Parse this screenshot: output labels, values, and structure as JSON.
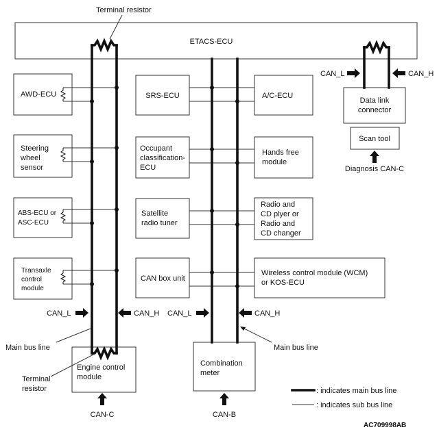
{
  "ecu": {
    "etacs": "ETACS-ECU",
    "awd": "AWD-ECU",
    "steering": [
      "Steering",
      "wheel",
      "sensor"
    ],
    "abs": [
      "ABS-ECU or",
      "ASC-ECU"
    ],
    "transaxle": [
      "Transaxle",
      "control",
      "module"
    ],
    "engine": [
      "Engine control",
      "module"
    ],
    "srs": "SRS-ECU",
    "occupant": [
      "Occupant",
      "classification-",
      "ECU"
    ],
    "satellite": [
      "Satellite",
      "radio tuner"
    ],
    "canbox": "CAN box unit",
    "combination": [
      "Combination",
      "meter"
    ],
    "ac": "A/C-ECU",
    "handsfree": [
      "Hands free",
      "module"
    ],
    "radio": [
      "Radio and",
      "CD plyer or",
      "Radio and",
      "CD changer"
    ],
    "wireless": [
      "Wireless control module (WCM)",
      "or KOS-ECU"
    ],
    "dlc": [
      "Data link",
      "connector"
    ],
    "scan": "Scan tool"
  },
  "labels": {
    "terminal_resistor_top": "Terminal resistor",
    "terminal_resistor_bottom": [
      "Terminal",
      "resistor"
    ],
    "main_bus_left": "Main bus line",
    "main_bus_right": "Main bus line",
    "can_l": "CAN_L",
    "can_h": "CAN_H",
    "can_c": "CAN-C",
    "can_b": "CAN-B",
    "diagnosis": "Diagnosis CAN-C",
    "code": "AC709998AB"
  },
  "legend": {
    "main": ": indicates  main bus line",
    "sub": ": indicates  sub bus line"
  }
}
